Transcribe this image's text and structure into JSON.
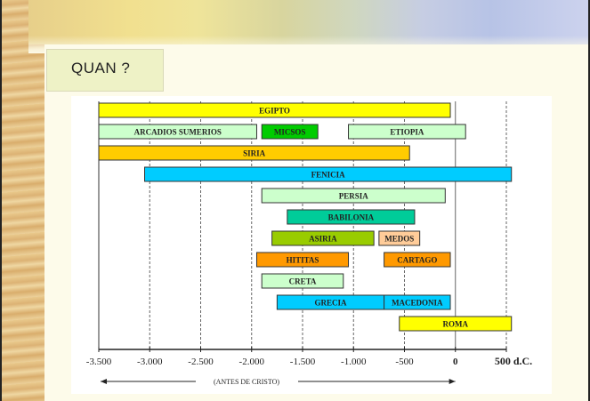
{
  "slide": {
    "title": "QUAN ?"
  },
  "chart_data": {
    "type": "bar",
    "orientation": "horizontal-timeline",
    "xlim": [
      -3500,
      500
    ],
    "x_ticks": [
      {
        "value": -3500,
        "label": "-3.500"
      },
      {
        "value": -3000,
        "label": "-3.000"
      },
      {
        "value": -2500,
        "label": "-2.500"
      },
      {
        "value": -2000,
        "label": "-2.000"
      },
      {
        "value": -1500,
        "label": "-1.500"
      },
      {
        "value": -1000,
        "label": "-1.000"
      },
      {
        "value": -500,
        "label": "-500"
      },
      {
        "value": 0,
        "label": "0"
      },
      {
        "value": 500,
        "label": "500 d.C."
      }
    ],
    "grid": "vertical-dashed",
    "era_label": "(ANTES DE CRISTO)",
    "bars": [
      {
        "label": "EGIPTO",
        "start": -3500,
        "end": -50,
        "row": 0,
        "color": "#ffff00"
      },
      {
        "label": "ARCADIOS SUMERIOS",
        "start": -3500,
        "end": -1950,
        "row": 1,
        "color": "#ccffcc"
      },
      {
        "label": "MICSOS",
        "start": -1900,
        "end": -1350,
        "row": 1,
        "color": "#00cc00"
      },
      {
        "label": "ETIOPIA",
        "start": -1050,
        "end": 100,
        "row": 1,
        "color": "#ccffcc"
      },
      {
        "label": "SIRIA",
        "start": -3500,
        "end": -450,
        "row": 2,
        "color": "#ffcc00"
      },
      {
        "label": "FENICIA",
        "start": -3050,
        "end": 550,
        "row": 3,
        "color": "#00ccff"
      },
      {
        "label": "PERSIA",
        "start": -1900,
        "end": -100,
        "row": 4,
        "color": "#ccffcc"
      },
      {
        "label": "BABILONIA",
        "start": -1650,
        "end": -400,
        "row": 5,
        "color": "#00cc99"
      },
      {
        "label": "ASIRIA",
        "start": -1800,
        "end": -800,
        "row": 6,
        "color": "#99cc00"
      },
      {
        "label": "MEDOS",
        "start": -750,
        "end": -350,
        "row": 6,
        "color": "#ffcc99"
      },
      {
        "label": "HITITAS",
        "start": -1950,
        "end": -1050,
        "row": 7,
        "color": "#ff9900"
      },
      {
        "label": "CARTAGO",
        "start": -700,
        "end": -50,
        "row": 7,
        "color": "#ff9900"
      },
      {
        "label": "CRETA",
        "start": -1900,
        "end": -1100,
        "row": 8,
        "color": "#ccffcc"
      },
      {
        "label": "GRECIA",
        "start": -1750,
        "end": -700,
        "row": 9,
        "color": "#00ccff"
      },
      {
        "label": "MACEDONIA",
        "start": -700,
        "end": -50,
        "row": 9,
        "color": "#00ccff"
      },
      {
        "label": "ROMA",
        "start": -550,
        "end": 550,
        "row": 10,
        "color": "#ffff00"
      }
    ]
  }
}
